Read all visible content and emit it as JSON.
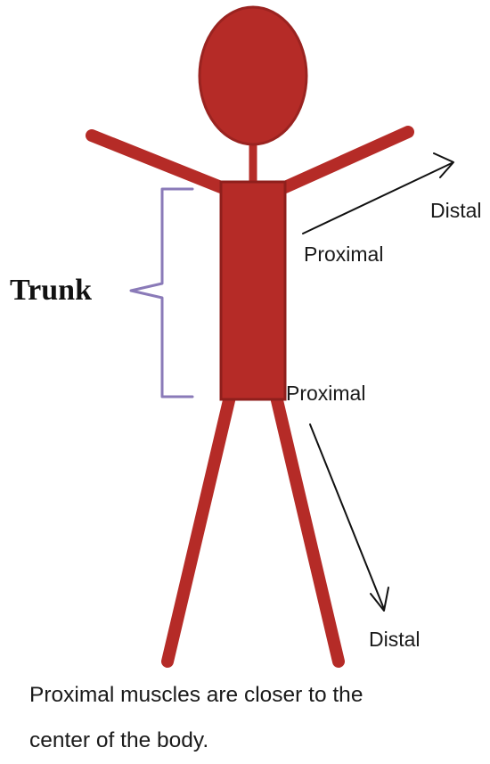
{
  "labels": {
    "trunk": "Trunk",
    "arm_proximal": "Proximal",
    "arm_distal": "Distal",
    "leg_proximal": "Proximal",
    "leg_distal": "Distal"
  },
  "caption": {
    "line1": "Proximal muscles are closer to the",
    "line2": "center of the body."
  },
  "colors": {
    "figure": "#b52b27",
    "figure_dark": "#8f1f1c",
    "bracket": "#8a7ab8",
    "arrow": "#111111"
  },
  "icons": {
    "figure": "stick-figure-icon"
  }
}
